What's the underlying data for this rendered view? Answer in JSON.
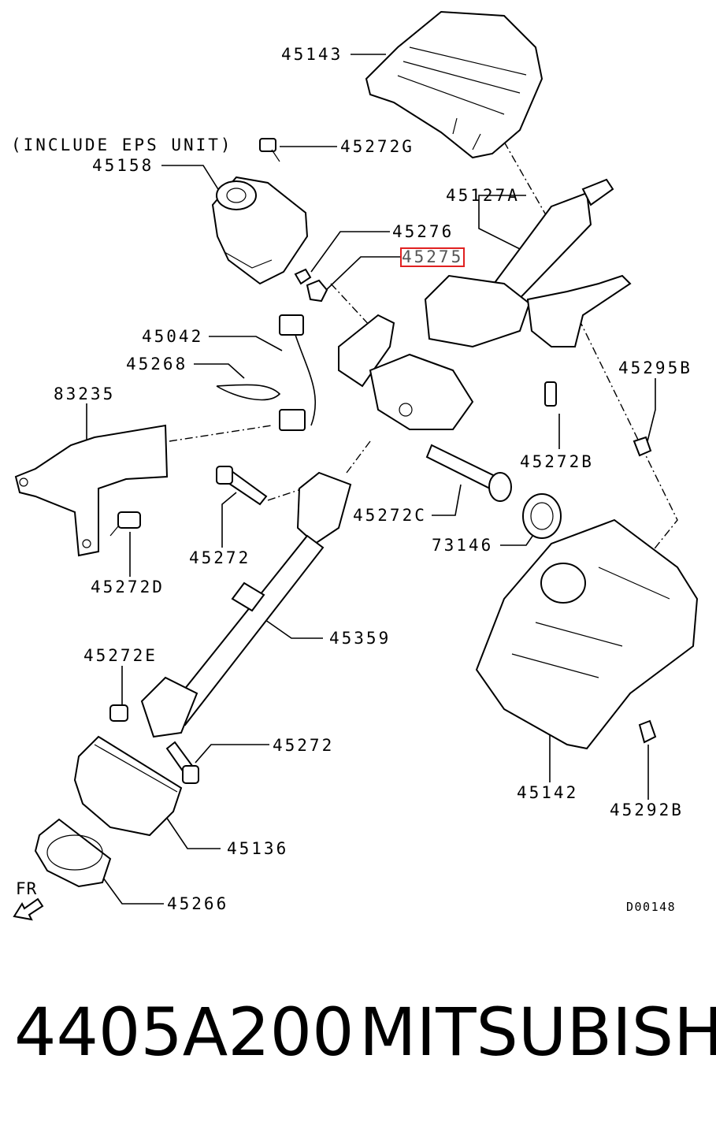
{
  "diagram": {
    "note": "(INCLUDE EPS UNIT)",
    "drawing_code": "D00148",
    "direction_label": "FR",
    "highlighted_part": "45275",
    "labels": {
      "p45143": "45143",
      "p45272G": "45272G",
      "p45158": "45158",
      "p45127A": "45127A",
      "p45276": "45276",
      "p45275": "45275",
      "p45042": "45042",
      "p45268": "45268",
      "p83235": "83235",
      "p45295B": "45295B",
      "p45272B": "45272B",
      "p45272C": "45272C",
      "p45272_upper": "45272",
      "p73146": "73146",
      "p45272D": "45272D",
      "p45359": "45359",
      "p45272E": "45272E",
      "p45272_lower": "45272",
      "p45142": "45142",
      "p45292B": "45292B",
      "p45136": "45136",
      "p45266": "45266"
    },
    "colors": {
      "line": "#000000",
      "highlight": "#e02020",
      "background": "#ffffff"
    }
  },
  "footer": {
    "part_number": "4405A200",
    "brand": "MITSUBISHI"
  }
}
